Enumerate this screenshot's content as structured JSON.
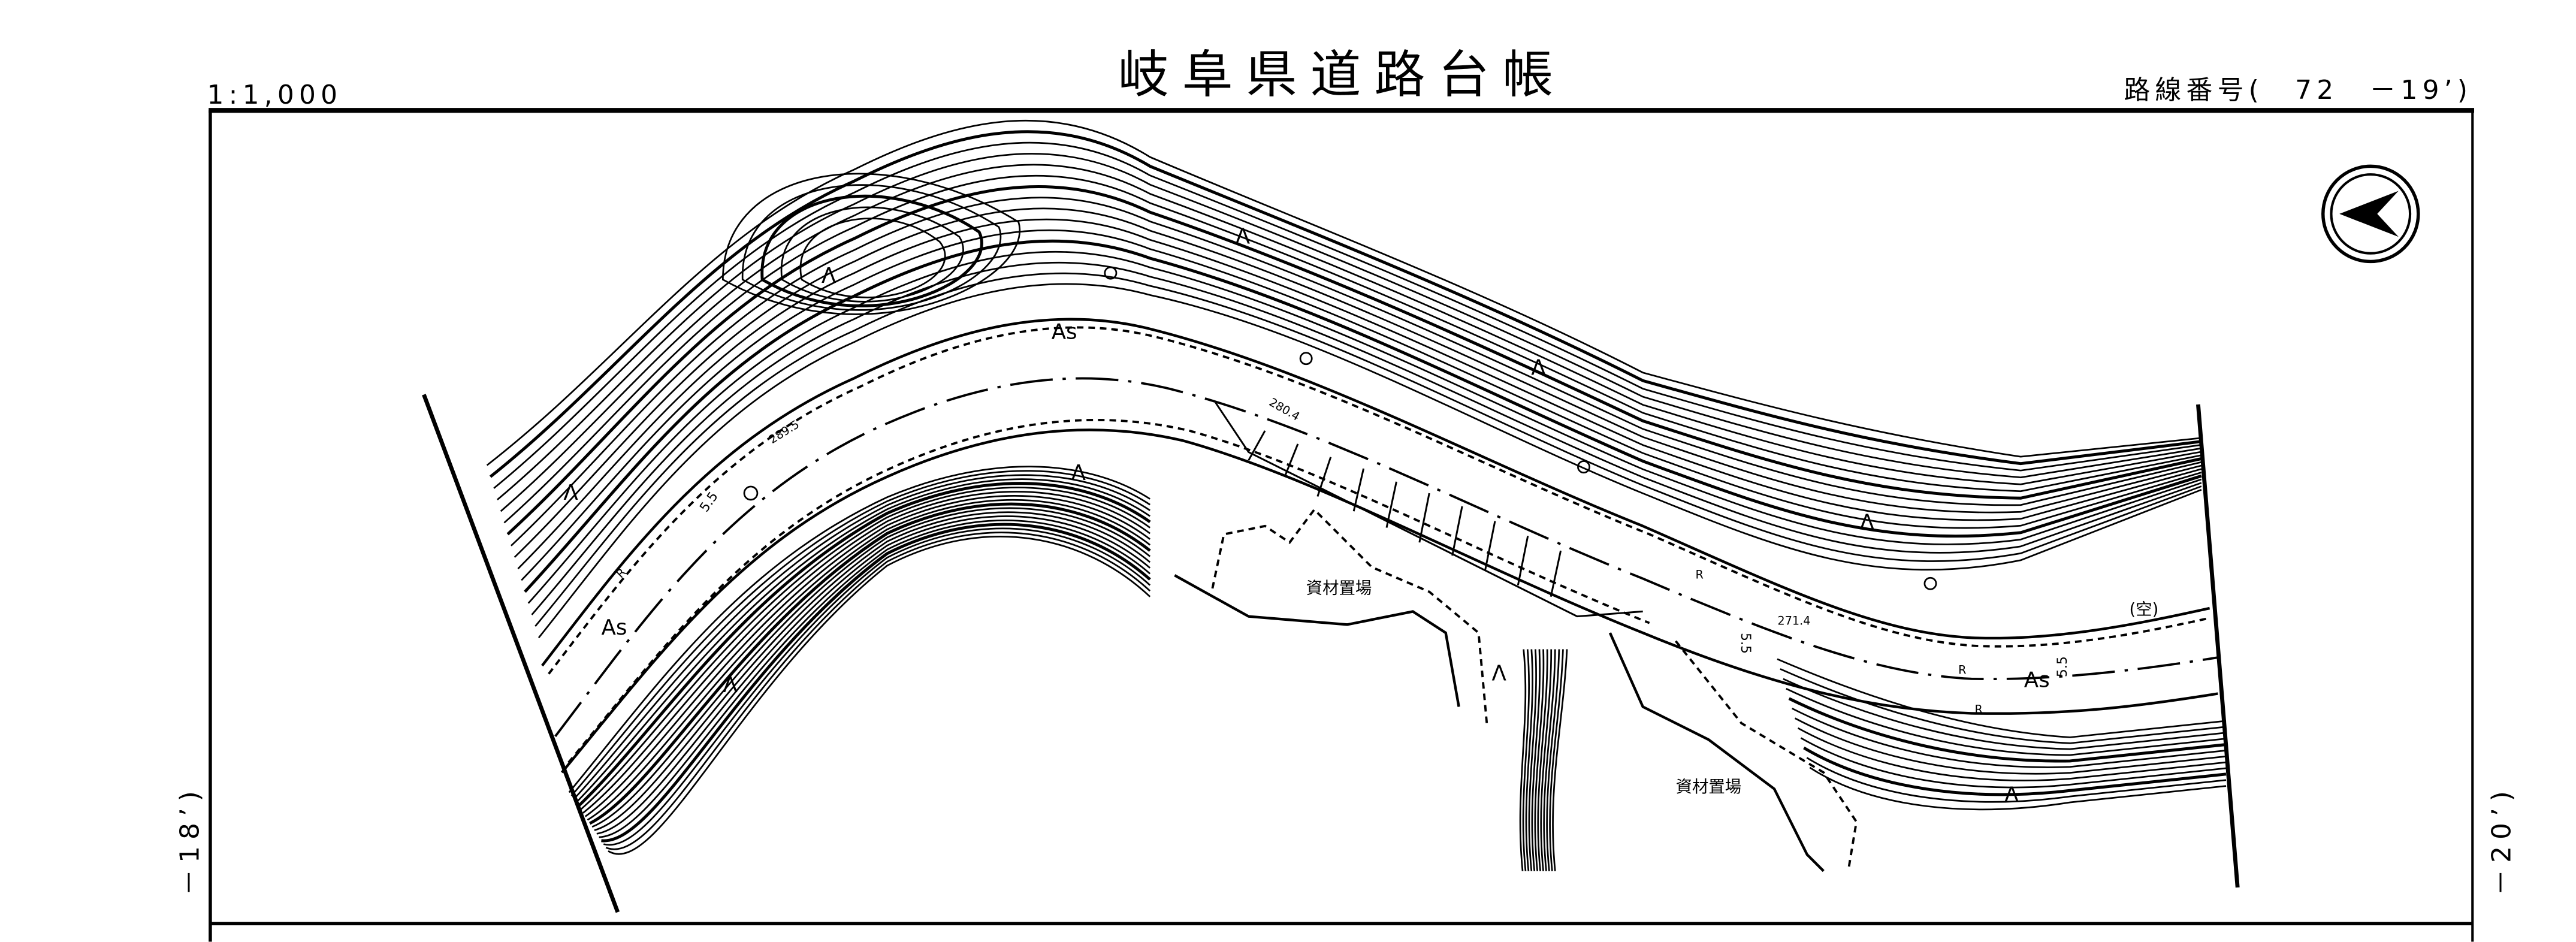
{
  "header": {
    "title": "岐阜県道路台帳",
    "scale": "1:1,000",
    "route_number": "路線番号(　72　－19’)"
  },
  "sheet_refs": {
    "left": "－18’)",
    "right": "－20’)"
  },
  "map": {
    "surface_labels": [
      "As",
      "As",
      "As"
    ],
    "area_labels": [
      "資材置場",
      "資材置場",
      "(空)"
    ],
    "elevations": [
      "289.5",
      "280.4",
      "271.4"
    ],
    "widths": [
      "5.5",
      "5.5",
      "5.5"
    ],
    "curb_labels": [
      "R",
      "R",
      "R",
      "R"
    ],
    "terrain_symbol": "Λ",
    "north_arrow": "north-arrow-icon"
  }
}
